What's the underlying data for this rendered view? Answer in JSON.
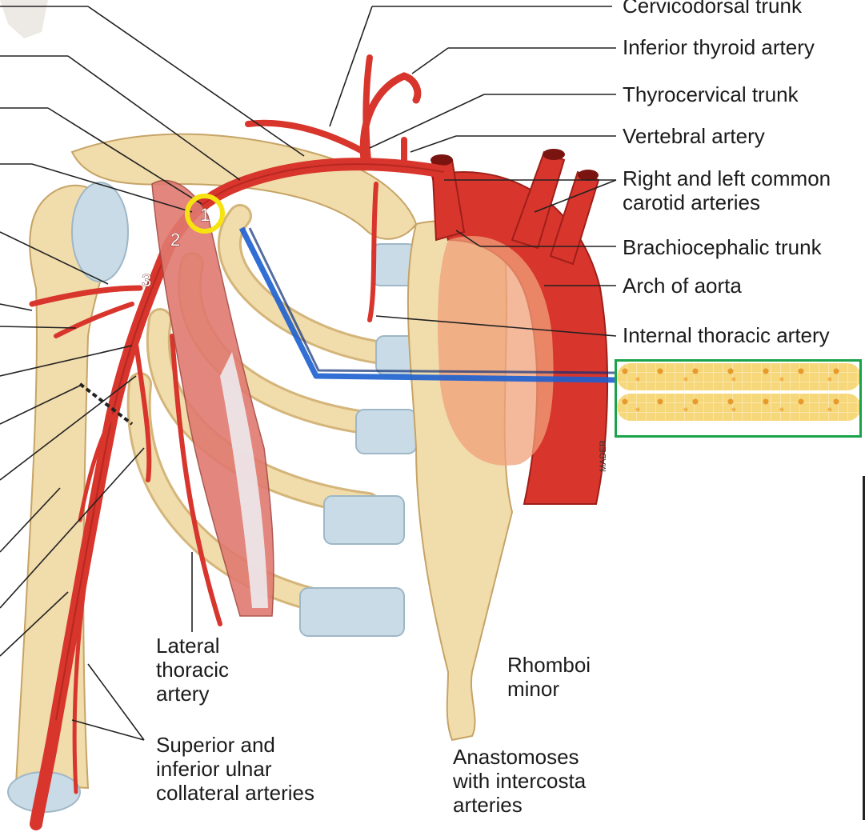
{
  "labels": {
    "cervicodorsal_trunk": "Cervicodorsal trunk",
    "inferior_thyroid_artery": "Inferior thyroid artery",
    "thyrocervical_trunk": "Thyrocervical trunk",
    "vertebral_artery": "Vertebral artery",
    "common_carotid": "Right and left common\ncarotid arteries",
    "brachiocephalic_trunk": "Brachiocephalic trunk",
    "arch_of_aorta": "Arch of aorta",
    "internal_thoracic_artery": "Internal thoracic artery",
    "lateral_thoracic_artery": "Lateral\nthoracic\nartery",
    "rhomboid_minor": "Rhomboi\nminor",
    "ulnar_collateral": "Superior and\ninferior ulnar\ncollateral arteries",
    "anastomoses": "Anastomoses\nwith intercosta\narteries"
  },
  "segments": {
    "first": "1",
    "second": "2",
    "third": "3"
  },
  "signature": "MADER",
  "colors": {
    "artery": "#d8352c",
    "bone": "#f1dcab",
    "cartilage": "#c9dbe6",
    "muscle": "#e07a70",
    "highlight_circle": "#f7e30f",
    "pointer_line": "#1c5fd0",
    "answer_box_border": "#1aa34a"
  }
}
